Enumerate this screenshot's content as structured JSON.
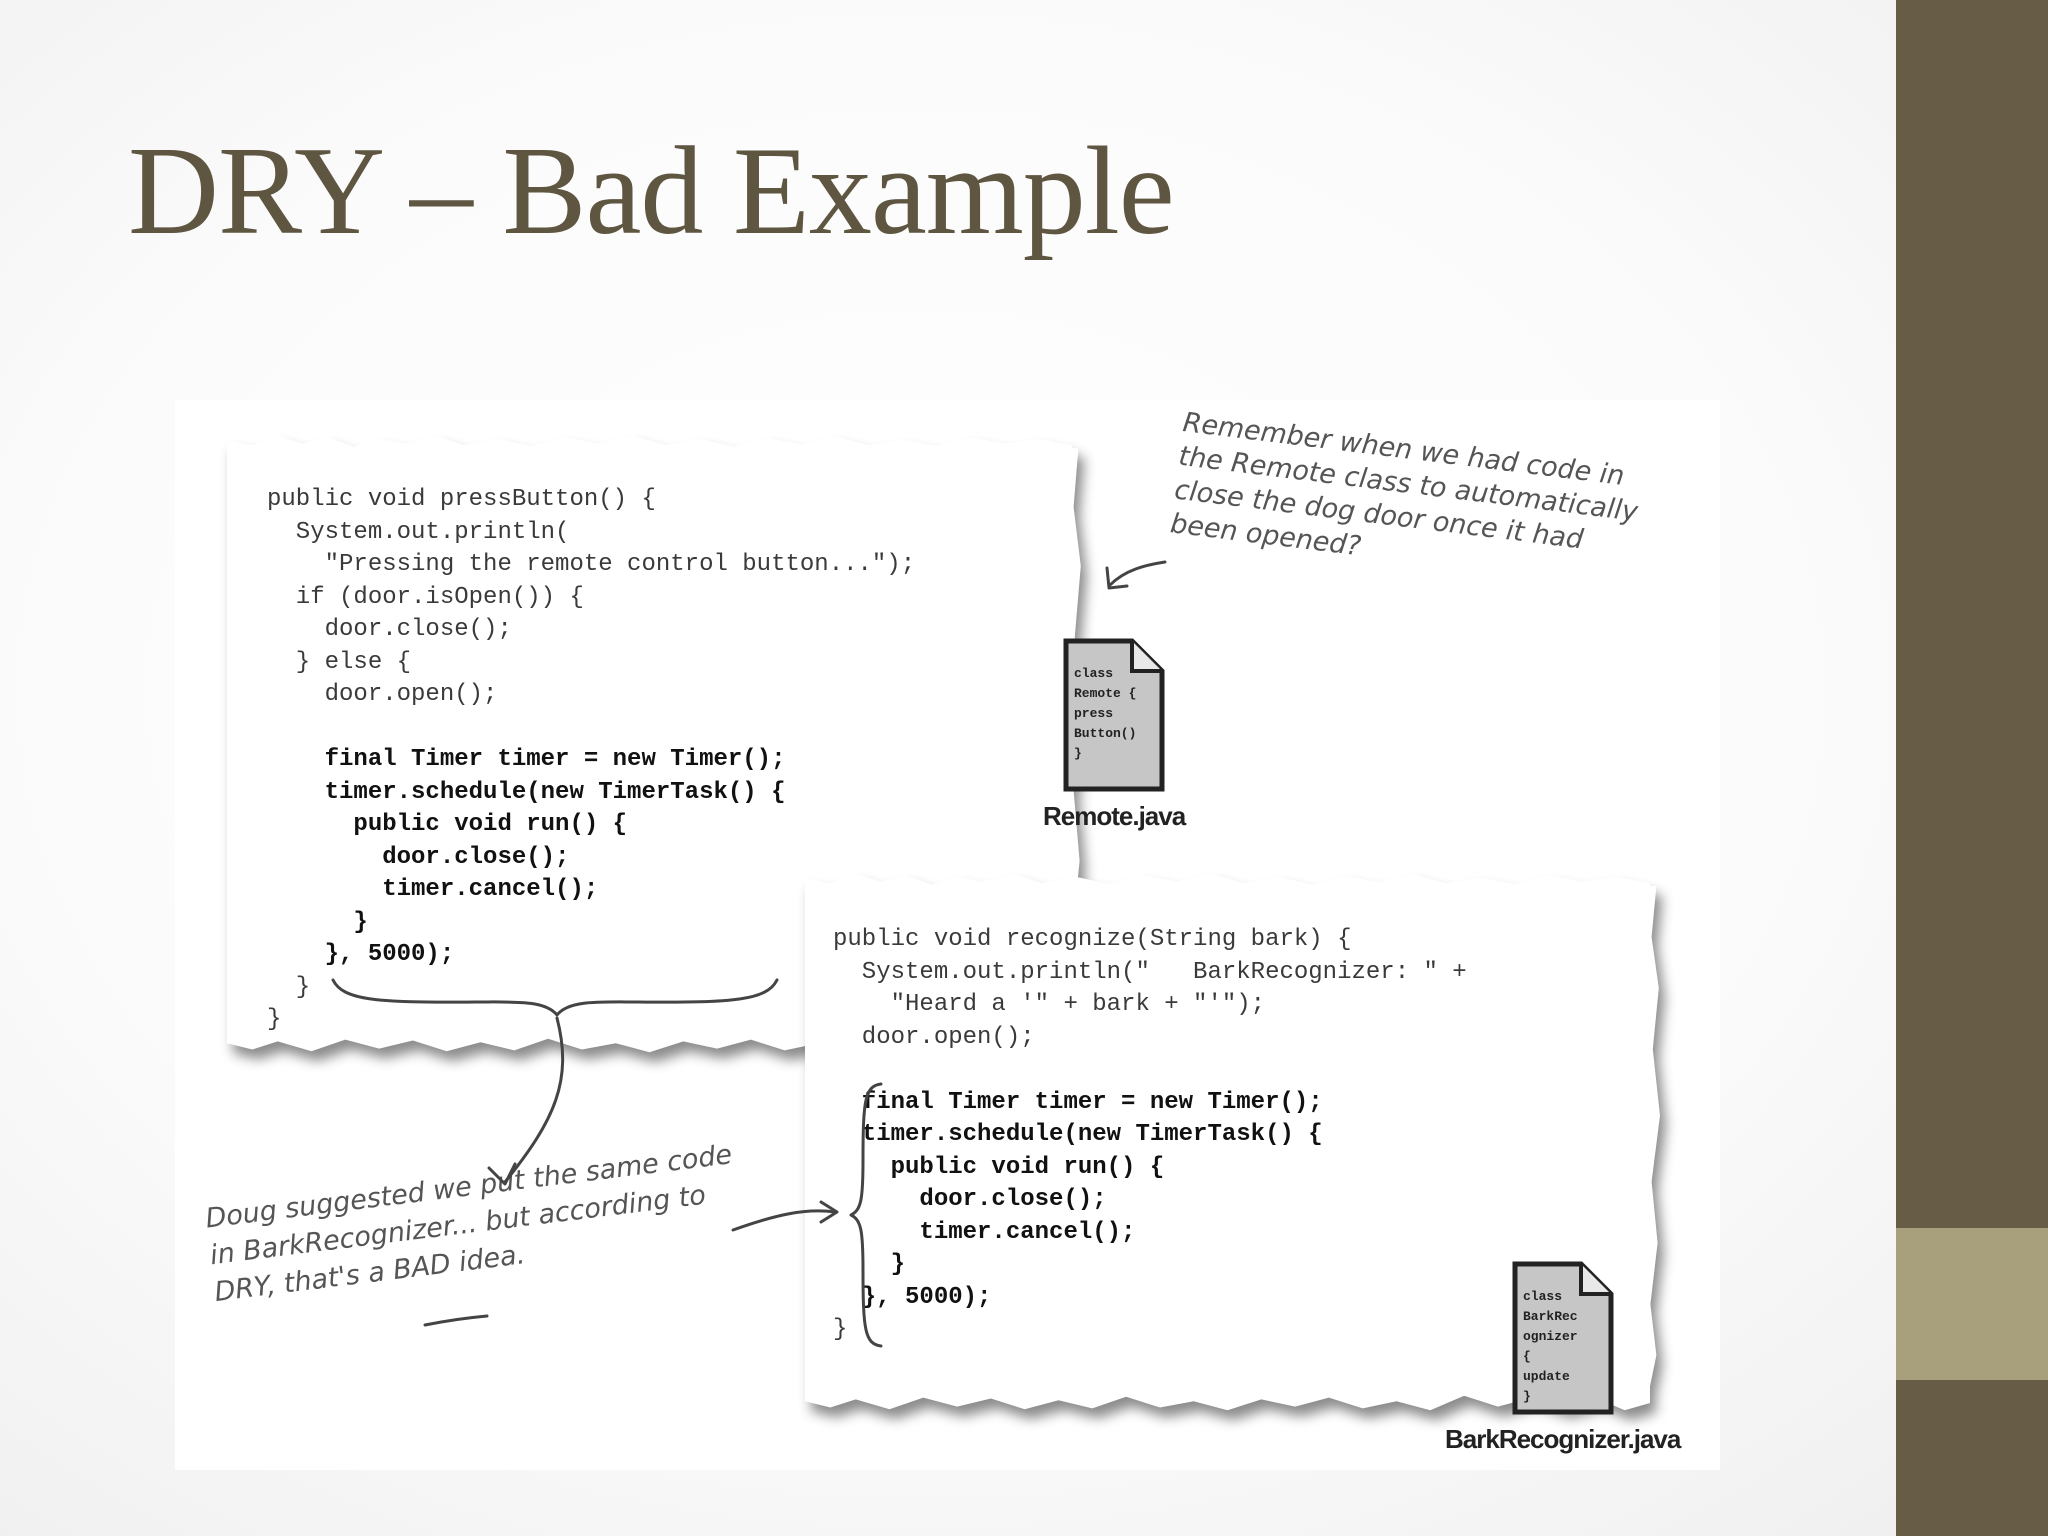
{
  "slide": {
    "title": "DRY – Bad Example"
  },
  "snippet_remote": {
    "lines": [
      "public void pressButton() {",
      "  System.out.println(",
      "    \"Pressing the remote control button...\");",
      "  if (door.isOpen()) {",
      "    door.close();",
      "  } else {",
      "    door.open();",
      "",
      "    final Timer timer = new Timer();",
      "    timer.schedule(new TimerTask() {",
      "      public void run() {",
      "        door.close();",
      "        timer.cancel();",
      "      }",
      "    }, 5000);",
      "  }",
      "}"
    ]
  },
  "snippet_bark": {
    "lines": [
      "public void recognize(String bark) {",
      "  System.out.println(\"   BarkRecognizer: \" +",
      "    \"Heard a '\" + bark + \"'\");",
      "  door.open();",
      "",
      "  final Timer timer = new Timer();",
      "  timer.schedule(new TimerTask() {",
      "    public void run() {",
      "      door.close();",
      "      timer.cancel();",
      "    }",
      "  }, 5000);",
      "}"
    ]
  },
  "files": {
    "remote": {
      "label": "Remote.java",
      "icon_lines": [
        "class",
        "Remote {",
        "  press",
        "Button()",
        "}"
      ]
    },
    "bark": {
      "label": "BarkRecognizer.java",
      "icon_lines": [
        "class",
        "BarkRec",
        "ognizer",
        "{",
        "  update",
        "}"
      ]
    }
  },
  "notes": {
    "remember": [
      "Remember when we had code in",
      "the Remote class to automatically",
      "close the dog door once it had",
      "been opened?"
    ],
    "doug": [
      "Doug suggested we put the same code",
      "in BarkRecognizer... but according to",
      "DRY, that's a BAD idea."
    ]
  }
}
